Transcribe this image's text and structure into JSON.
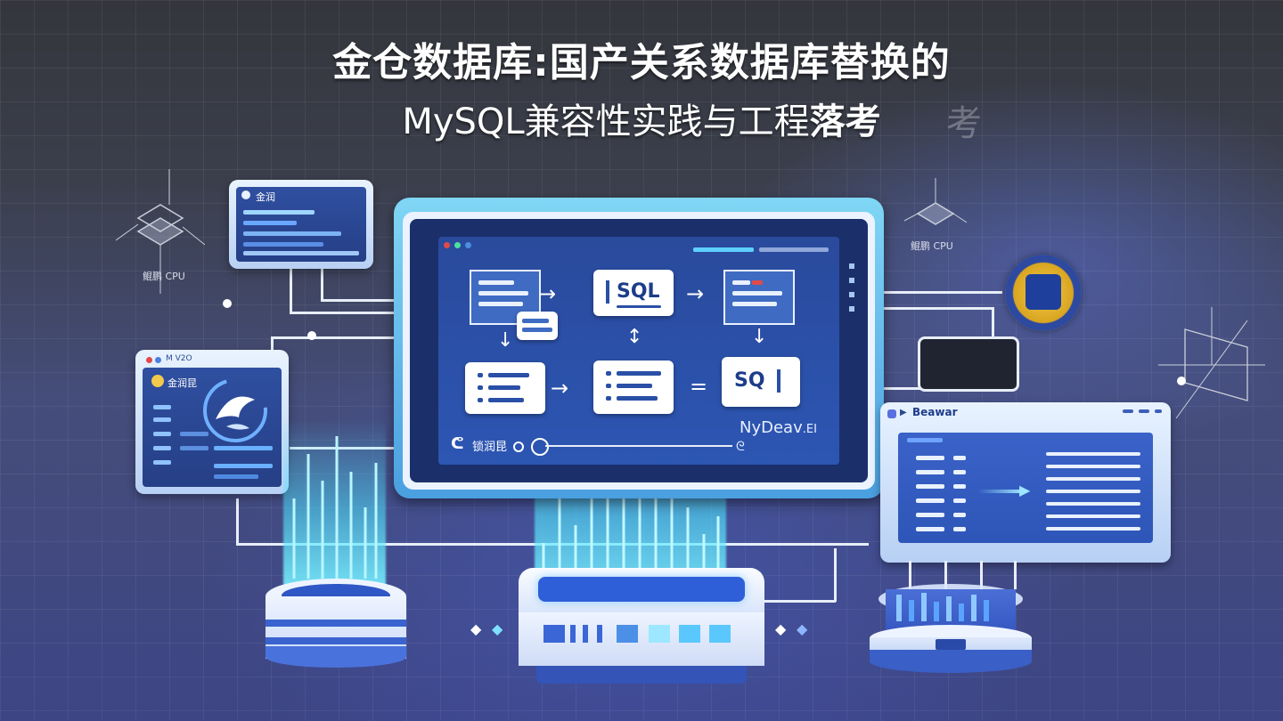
{
  "title_line1": "金仓数据库:国产关系数据库替换的",
  "title_line2": "MySQL兼容性实践与工程",
  "title_line2_tail": "落考",
  "title_ghost": "考",
  "left_panel_top": {
    "label": "金润"
  },
  "left_panel_mid": {
    "label": "金润昆",
    "tab": "M V2O"
  },
  "cpu_label_left": "鲲鹏 CPU",
  "cpu_label_right": "鲲鹏 CPU",
  "main_screen": {
    "sql_box_1": "SQL",
    "sql_box_2": "SQ",
    "equals": "=",
    "footer_left": "锁润昆",
    "footer_right": "NyDeav",
    "footer_right_suffix": ".EI"
  },
  "right_panel": {
    "label": "Beawar"
  },
  "colors": {
    "accent": "#4fd8ff",
    "panel": "#2f4fa0",
    "white": "#ffffff"
  }
}
